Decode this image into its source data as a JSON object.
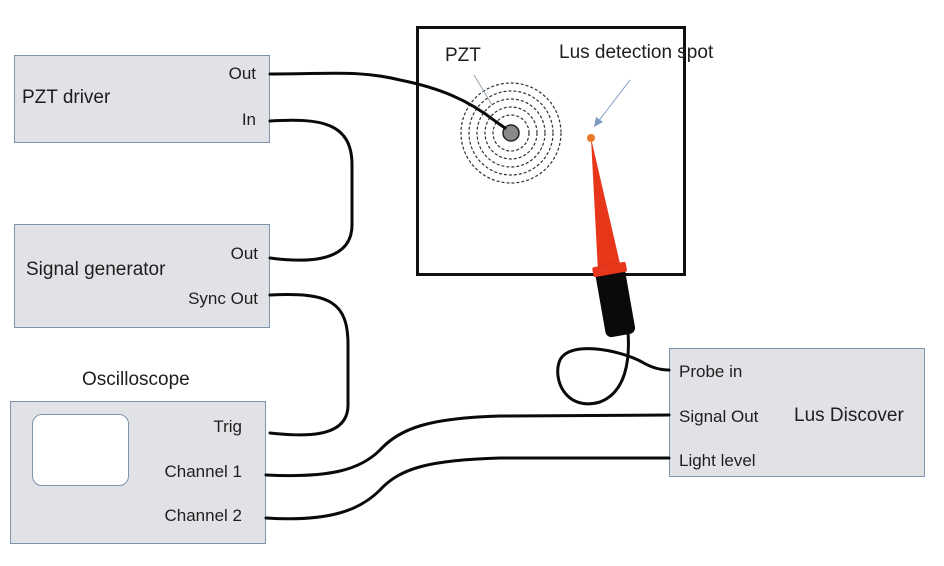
{
  "pzt_driver": {
    "title": "PZT driver",
    "port_out": "Out",
    "port_in": "In"
  },
  "signal_generator": {
    "title": "Signal generator",
    "port_out": "Out",
    "port_sync": "Sync Out"
  },
  "oscilloscope": {
    "title": "Oscilloscope",
    "port_trig": "Trig",
    "port_ch1": "Channel 1",
    "port_ch2": "Channel 2"
  },
  "sample": {
    "pzt_label": "PZT",
    "spot_label": "Lus detection spot"
  },
  "lus_discover": {
    "title": "Lus Discover",
    "port_probe": "Probe in",
    "port_signal": "Signal Out",
    "port_light": "Light level"
  },
  "colors": {
    "box_fill": "#e1e2e5",
    "box_border": "#7f94ad",
    "cable": "#0a0a0a",
    "laser": "#e8361b",
    "spot": "#e8782a"
  }
}
